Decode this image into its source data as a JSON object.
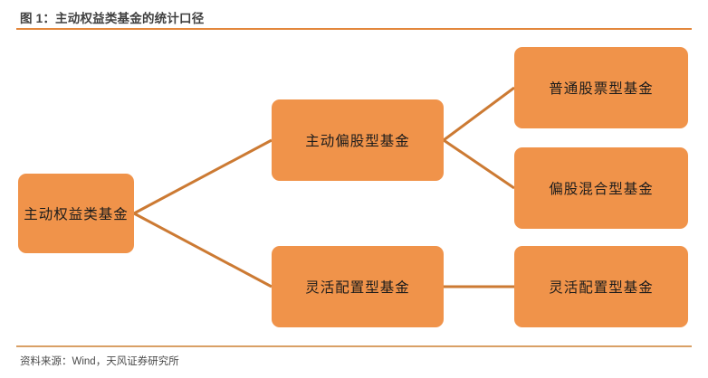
{
  "figure": {
    "title": "图 1：主动权益类基金的统计口径",
    "source": "资料来源：Wind，天风证券研究所"
  },
  "theme": {
    "node_fill": "#f0934a",
    "connector": "#cc7a33",
    "rule_top": "#e3873c",
    "rule_bottom": "#d9a066",
    "title_color": "#404040",
    "node_text": "#1c1c1c"
  },
  "diagram": {
    "type": "tree",
    "nodes": {
      "root": "主动权益类基金",
      "level2": [
        "主动偏股型基金",
        "灵活配置型基金"
      ],
      "level3": [
        "普通股票型基金",
        "偏股混合型基金",
        "灵活配置型基金"
      ]
    }
  }
}
